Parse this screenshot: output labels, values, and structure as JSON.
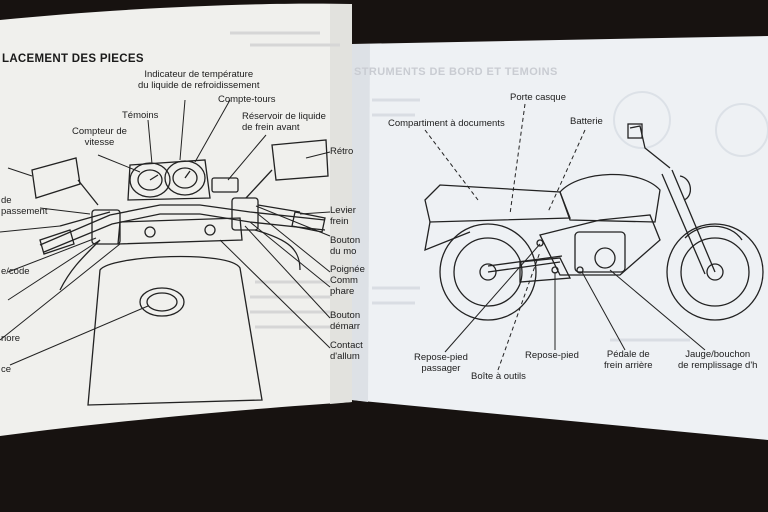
{
  "left_page": {
    "title": "LACEMENT DES PIECES",
    "labels": {
      "temp_indicator_1": "Indicateur de température",
      "temp_indicator_2": "du liquide de refroidissement",
      "temoins": "Témoins",
      "compte_tours": "Compte-tours",
      "compteur_1": "Compteur de",
      "compteur_2": "vitesse",
      "reservoir_1": "Réservoir de liquide",
      "reservoir_2": "de frein avant",
      "retro_right": "Rétro",
      "left_d": "de",
      "left_passement": "passement",
      "left_code": "e/code",
      "left_nore": "nore",
      "left_ce": "ce",
      "levier_1": "Levier",
      "levier_2": "frein",
      "bouton_1": "Bouton",
      "bouton_2": "du mo",
      "poignee": "Poignée",
      "comm_1": "Comm",
      "comm_2": "phare",
      "bouton_dem_1": "Bouton",
      "bouton_dem_2": "démarr",
      "contact_1": "Contact",
      "contact_2": "d'allum"
    }
  },
  "right_page": {
    "title": "STRUMENTS DE BORD ET TEMOINS",
    "labels": {
      "porte_casque": "Porte casque",
      "compartiment": "Compartiment à documents",
      "batterie": "Batterie",
      "repose_passager_1": "Repose-pied",
      "repose_passager_2": "passager",
      "repose_pied": "Repose-pied",
      "pedale_1": "Pédale de",
      "pedale_2": "frein arrière",
      "jauge_1": "Jauge/bouchon",
      "jauge_2": "de remplissage d'h",
      "boite": "Boîte à outils"
    }
  },
  "colors": {
    "background": "#171210",
    "paper": "#f1f1ef",
    "ink": "#1d1d1d"
  }
}
